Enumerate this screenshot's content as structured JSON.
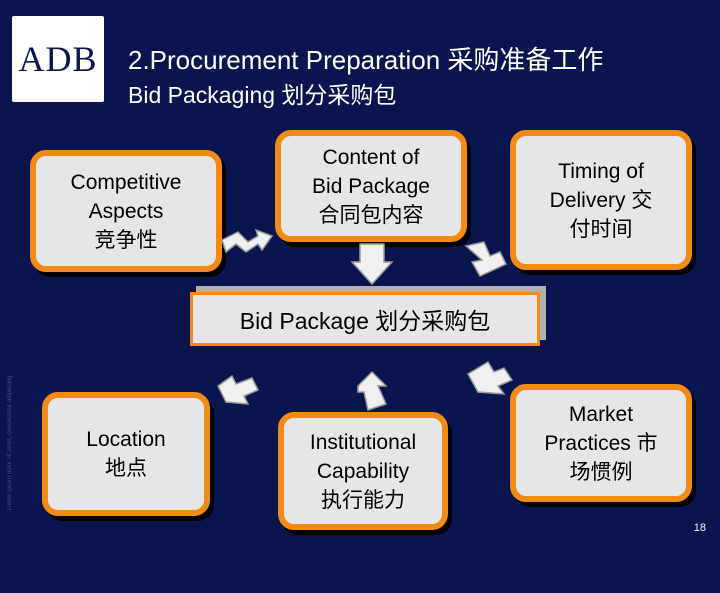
{
  "logo": {
    "text": "ADB"
  },
  "header": {
    "title": "2.Procurement Preparation 采购准备工作",
    "subtitle": "Bid Packaging 划分采购包"
  },
  "sidebar": {
    "text": "Lorem ipsum dolor sit amet, consectetur adipiscing"
  },
  "center": {
    "label": "Bid Package 划分采购包"
  },
  "boxes": {
    "competitive": "Competitive\nAspects\n竞争性",
    "content": "Content of\nBid Package\n合同包内容",
    "timing": "Timing of\nDelivery    交\n付时间",
    "location": "Location\n地点",
    "institutional": "Institutional\nCapability\n执行能力",
    "market": "Market\nPractices    市\n场惯例"
  },
  "page": {
    "number": "18"
  },
  "colors": {
    "background": "#0a1550",
    "box_border": "#f28a16",
    "box_fill": "#e6e6e6",
    "arrow": "#f0f0f0"
  }
}
